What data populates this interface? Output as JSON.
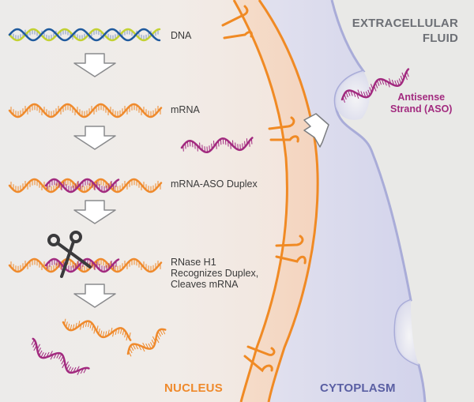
{
  "diagram": {
    "title": "Antisense oligonucleotide (ASO) mechanism via RNase H1",
    "steps": [
      {
        "label": "DNA",
        "icon": "dna-double-helix-icon"
      },
      {
        "label": "mRNA",
        "icon": "mrna-strand-icon"
      },
      {
        "label": "mRNA-ASO Duplex",
        "icon": "mrna-aso-duplex-icon"
      },
      {
        "label": "RNase H1\nRecognizes Duplex,\nCleaves mRNA",
        "icon": "scissors-icon"
      }
    ],
    "regions": {
      "nucleus": "NUCLEUS",
      "cytoplasm": "CYTOPLASM",
      "extracellular": "EXTRACELLULAR\nFLUID"
    },
    "aso_label": "Antisense\nStrand (ASO)",
    "colors": {
      "mrna": "#ef8a2c",
      "aso": "#a22a7f",
      "dna_blue": "#1f5a9e",
      "dna_green": "#c3d133",
      "nucleus_text": "#ef8a2c",
      "cytoplasm_text": "#5a5fa3",
      "extracellular_text": "#6c6f75",
      "membrane_nuclear": "#f08a24",
      "membrane_cell": "#a9acd8",
      "scissors": "#3a3a3c"
    }
  }
}
